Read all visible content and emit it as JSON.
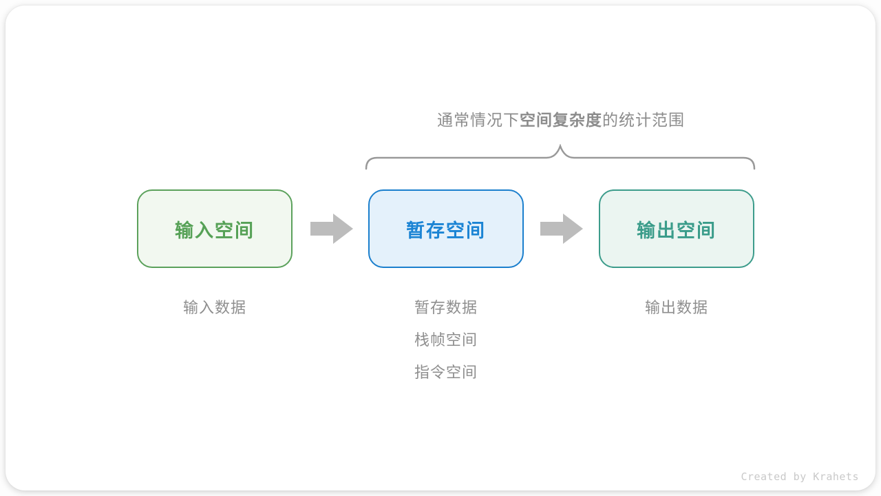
{
  "title": {
    "prefix": "通常情况下",
    "bold": "空间复杂度",
    "suffix": "的统计范围",
    "text_color": "#8c8c8c"
  },
  "brace": {
    "color": "#999999"
  },
  "flow": {
    "arrow_color": "#bcbcbc",
    "boxes": [
      {
        "id": "input-space",
        "label": "输入空间",
        "text_color": "#56a156",
        "border_color": "#5ba15b",
        "bg_color": "#f2f8f0"
      },
      {
        "id": "temp-space",
        "label": "暂存空间",
        "text_color": "#1b84d4",
        "border_color": "#1b7fcd",
        "bg_color": "#e4f1fb"
      },
      {
        "id": "output-space",
        "label": "输出空间",
        "text_color": "#3a9c8a",
        "border_color": "#3c9c8b",
        "bg_color": "#ebf5f1"
      }
    ]
  },
  "annotations": {
    "text_color": "#8e8e8e",
    "input": [
      "输入数据"
    ],
    "temp": [
      "暂存数据",
      "栈帧空间",
      "指令空间"
    ],
    "output": [
      "输出数据"
    ]
  },
  "credit": {
    "text": "Created by Krahets",
    "color": "#c9c9c9"
  }
}
